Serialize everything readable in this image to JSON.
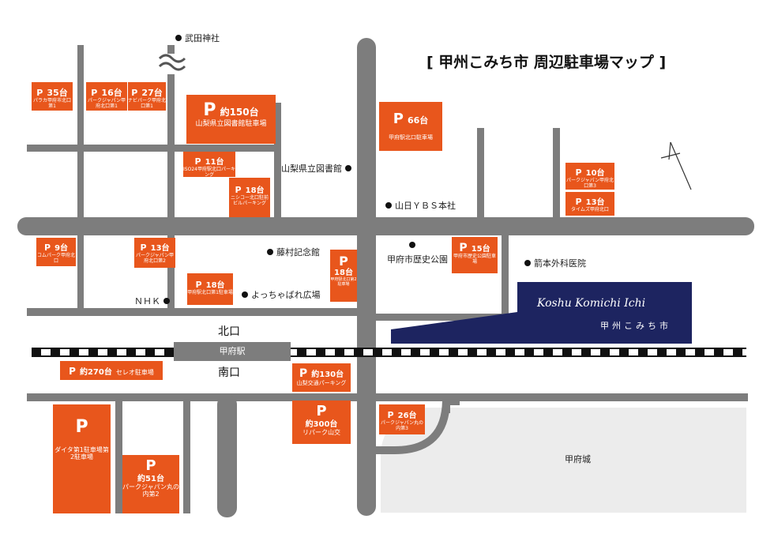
{
  "title": "[ 甲州こみち市 周辺駐車場マップ ]",
  "labels": {
    "north_exit": "北口",
    "south_exit": "南口"
  },
  "store": {
    "logo": "Koshu Komichi Ichi",
    "name": "甲州こみち市"
  },
  "landmarks": {
    "shrine": "武田神社",
    "library": "山梨県立図書館",
    "ybs": "山日ＹＢＳ本社",
    "fujimura": "藤村記念館",
    "history_park": "甲府市歴史公園",
    "clinic": "箭本外科医院",
    "nhk": "ＮＨＫ",
    "plaza": "よっちゃばれ広場",
    "station": "甲府駅",
    "castle": "甲府城"
  },
  "parking": [
    {
      "p": "P",
      "count": "35台",
      "name": "パラカ甲府市北口第1"
    },
    {
      "p": "P",
      "count": "16台",
      "name": "パークジャパン甲府北口第1"
    },
    {
      "p": "P",
      "count": "27台",
      "name": "ナビパーク甲府北口第1"
    },
    {
      "p": "P",
      "count": "約150台",
      "name": "山梨県立図書館駐車場"
    },
    {
      "p": "P",
      "count": "66台",
      "name": "甲府駅北口駐車場"
    },
    {
      "p": "P",
      "count": "11台",
      "name": "ISO24甲府駅北口パーキング"
    },
    {
      "p": "P",
      "count": "18台",
      "name": "ニシコー北口駐前ビルパーキング"
    },
    {
      "p": "P",
      "count": "10台",
      "name": "パークジャパン甲府北口第3"
    },
    {
      "p": "P",
      "count": "13台",
      "name": "タイムズ甲府北口"
    },
    {
      "p": "P",
      "count": "9台",
      "name": "コムパーク甲府北口"
    },
    {
      "p": "P",
      "count": "13台",
      "name": "パークジャパン甲府北口第2"
    },
    {
      "p": "P",
      "count": "15台",
      "name": "甲府市歴史公園駐車場"
    },
    {
      "p": "P",
      "count": "18台",
      "name": "甲府駅北口第2駐車場"
    },
    {
      "p": "P",
      "count": "18台",
      "name": "甲府駅北口第1駐車場"
    },
    {
      "p": "P",
      "count": "約270台",
      "name": "セレオ駐車場"
    },
    {
      "p": "P",
      "count": "約130台",
      "name": "山梨交通パーキング"
    },
    {
      "p": "P",
      "count": "約300台",
      "name": "リパーク山交"
    },
    {
      "p": "P",
      "count": "26台",
      "name": "パークジャパン丸の内第3"
    },
    {
      "p": "P",
      "count": "",
      "name": "ダイタ第1駐車場第2駐車場"
    },
    {
      "p": "P",
      "count": "約51台",
      "name": "パークジャパン丸の内第2"
    }
  ]
}
